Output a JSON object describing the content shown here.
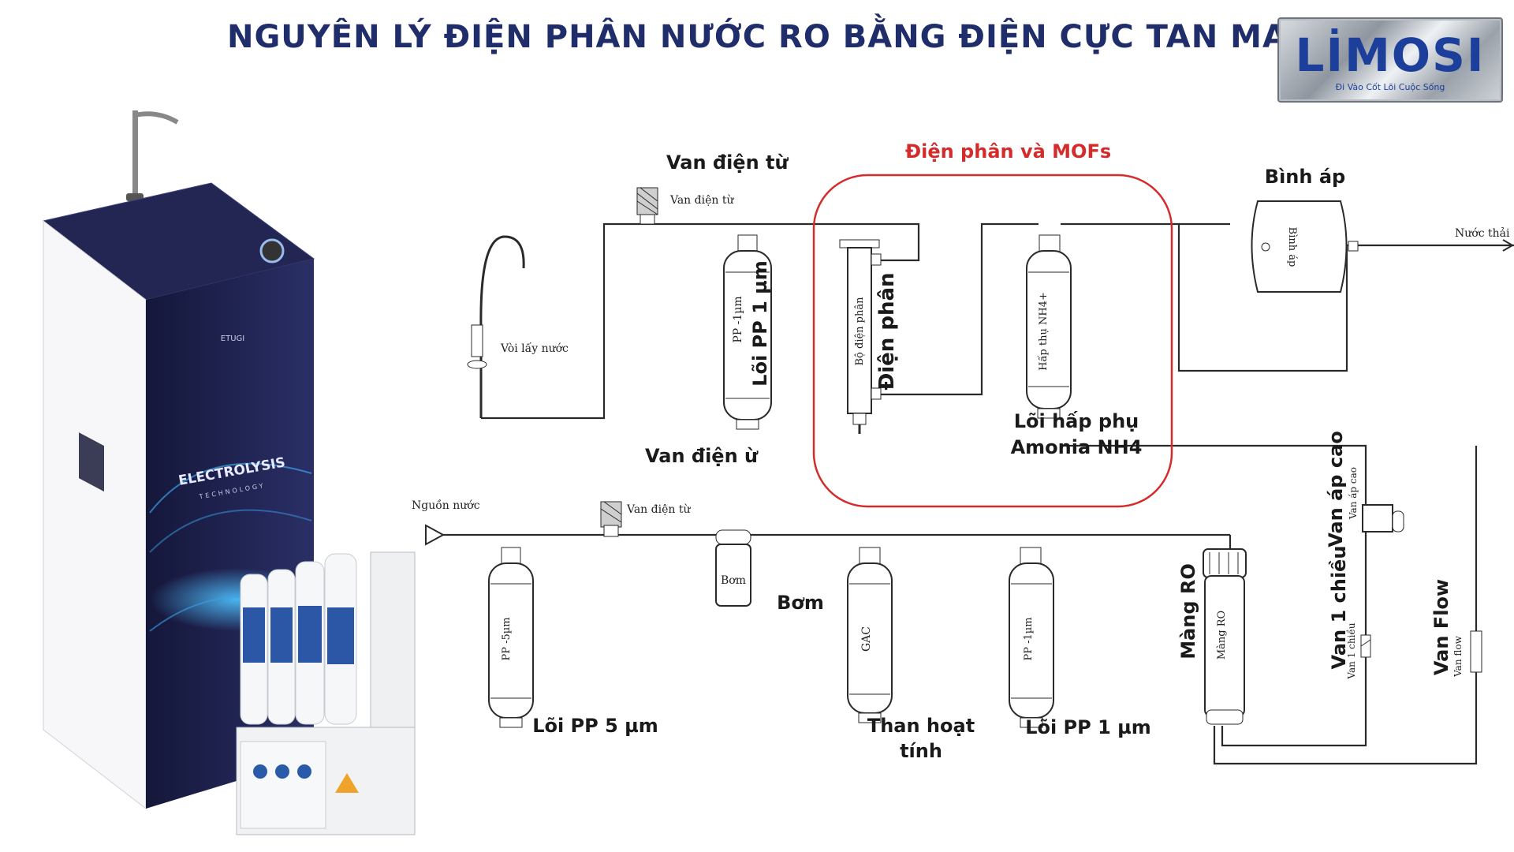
{
  "title": "NGUYÊN LÝ ĐIỆN PHÂN NƯỚC RO BẰNG ĐIỆN CỰC TAN MAGIE",
  "logo": {
    "brand": "LİMOSI",
    "slogan": "Đi Vào Cốt Lõi Cuộc Sống"
  },
  "product": {
    "brand_mark": "ETUGI",
    "panel_text": "ELECTROLYSIS",
    "panel_subtext": "TECHNOLOGY"
  },
  "top_line": {
    "solenoid_heading": "Van điện từ",
    "solenoid_small": "Van điện từ",
    "solenoid_below": "Van điện ừ",
    "faucet": "Vòi lấy nước",
    "pp1_small": "PP -1µm",
    "pp1_big": "Lõi PP 1 µm",
    "electrolysis_small": "Bộ điện phân",
    "electrolysis_big": "Điện phân",
    "group_title": "Điện phân và MOFs",
    "nh4_small": "Hấp thụ NH4+",
    "nh4_label_1": "Lõi hấp phụ",
    "nh4_label_2": "Amonia NH4",
    "tank_heading": "Bình áp",
    "tank_small": "Bình áp",
    "waste": "Nước thải"
  },
  "bottom_line": {
    "source": "Nguồn nước",
    "solenoid_small": "Van điện từ",
    "pp5_small": "PP -5µm",
    "pp5_big": "Lõi PP 5 µm",
    "pump_small": "Bơm",
    "pump_big": "Bơm",
    "gac_small": "GAC",
    "gac_big_1": "Than hoạt",
    "gac_big_2": "tính",
    "pp1_small": "PP -1µm",
    "pp1_big": "Lõi PP 1 µm",
    "ro_big": "Màng RO",
    "ro_small": "Màng RO",
    "hp_big": "Van áp cao",
    "hp_small": "Van áp cao",
    "check_big": "Van 1 chiều",
    "check_small": "Van 1 chiều",
    "flow_big": "Van Flow",
    "flow_small": "Van flow"
  },
  "colors": {
    "title": "#1f2d6b",
    "highlight": "#d42b2b",
    "line": "#2a2a2a",
    "cabinet": "#1c1f45",
    "brand": "#1c3f9c"
  }
}
